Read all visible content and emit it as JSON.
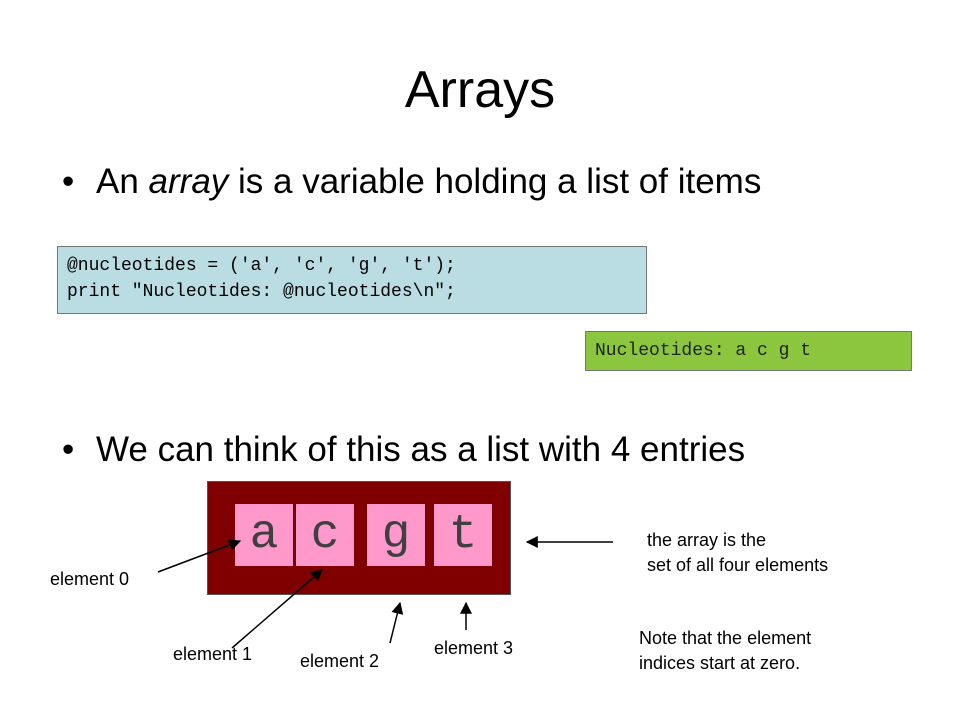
{
  "slide": {
    "title": "Arrays",
    "bullet_symbol": "•",
    "bullet1": {
      "before": "An ",
      "emph": "array",
      "after": " is a variable holding a list of items"
    },
    "code_lines": [
      "@nucleotides = ('a', 'c', 'g', 't');",
      "print \"Nucleotides: @nucleotides\\n\";"
    ],
    "output": "Nucleotides: a c g t",
    "bullet2": "We can think of this as a list with 4 entries",
    "array_cells": [
      "a",
      "c",
      "g",
      "t"
    ],
    "labels": {
      "element0": "element 0",
      "element1": "element 1",
      "element2": "element 2",
      "element3": "element 3"
    },
    "array_note_lines": [
      "the array is the",
      "set of all four elements"
    ],
    "index_note_lines": [
      "Note that the element",
      "indices start at zero."
    ]
  },
  "colors": {
    "code_bg": "#b9dde3",
    "output_bg": "#8cc63f",
    "array_bg": "#800000",
    "cell_bg": "#ff99cc"
  }
}
